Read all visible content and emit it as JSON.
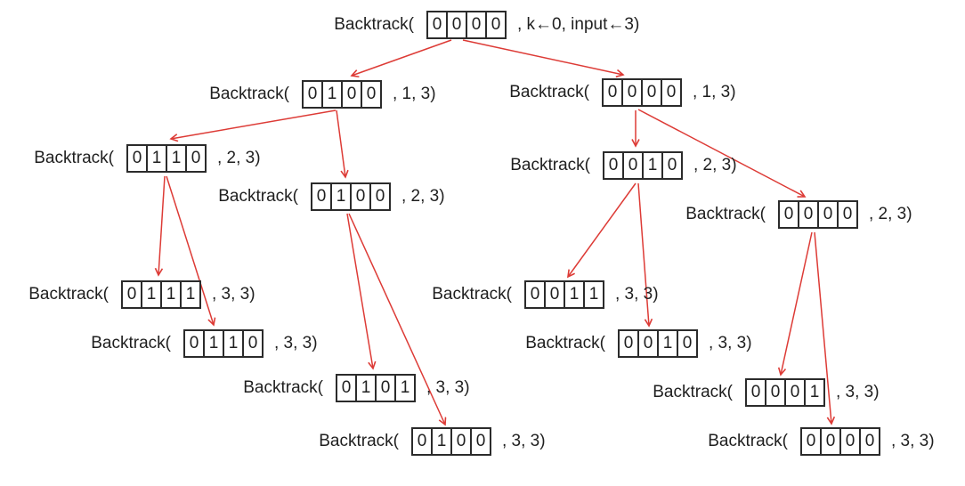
{
  "colors": {
    "arrow": "#dd3b36",
    "box_border": "#2b2b2b",
    "text": "#1f1f1f",
    "background": "#ffffff"
  },
  "diagram": {
    "type": "tree",
    "description_visible_only": "Backtracking recursion tree of Backtrack(array, k, input) calls"
  },
  "nodes": [
    {
      "label": "Backtrack(",
      "cells": [
        "0",
        "0",
        "0",
        "0"
      ],
      "suffix": ", k←0, input←3)"
    },
    {
      "label": "Backtrack(",
      "cells": [
        "0",
        "1",
        "0",
        "0"
      ],
      "suffix": ", 1, 3)"
    },
    {
      "label": "Backtrack(",
      "cells": [
        "0",
        "0",
        "0",
        "0"
      ],
      "suffix": ", 1, 3)"
    },
    {
      "label": "Backtrack(",
      "cells": [
        "0",
        "1",
        "1",
        "0"
      ],
      "suffix": ", 2, 3)"
    },
    {
      "label": "Backtrack(",
      "cells": [
        "0",
        "1",
        "0",
        "0"
      ],
      "suffix": ", 2, 3)"
    },
    {
      "label": "Backtrack(",
      "cells": [
        "0",
        "0",
        "1",
        "0"
      ],
      "suffix": ", 2, 3)"
    },
    {
      "label": "Backtrack(",
      "cells": [
        "0",
        "0",
        "0",
        "0"
      ],
      "suffix": ", 2, 3)"
    },
    {
      "label": "Backtrack(",
      "cells": [
        "0",
        "1",
        "1",
        "1"
      ],
      "suffix": ", 3, 3)"
    },
    {
      "label": "Backtrack(",
      "cells": [
        "0",
        "1",
        "1",
        "0"
      ],
      "suffix": ", 3, 3)"
    },
    {
      "label": "Backtrack(",
      "cells": [
        "0",
        "1",
        "0",
        "1"
      ],
      "suffix": ", 3, 3)"
    },
    {
      "label": "Backtrack(",
      "cells": [
        "0",
        "1",
        "0",
        "0"
      ],
      "suffix": ", 3, 3)"
    },
    {
      "label": "Backtrack(",
      "cells": [
        "0",
        "0",
        "1",
        "1"
      ],
      "suffix": ", 3, 3)"
    },
    {
      "label": "Backtrack(",
      "cells": [
        "0",
        "0",
        "1",
        "0"
      ],
      "suffix": ", 3, 3)"
    },
    {
      "label": "Backtrack(",
      "cells": [
        "0",
        "0",
        "0",
        "1"
      ],
      "suffix": ", 3, 3)"
    },
    {
      "label": "Backtrack(",
      "cells": [
        "0",
        "0",
        "0",
        "0"
      ],
      "suffix": ", 3, 3)"
    }
  ],
  "edges": [
    {
      "from": 0,
      "to": 1
    },
    {
      "from": 0,
      "to": 2
    },
    {
      "from": 1,
      "to": 3
    },
    {
      "from": 1,
      "to": 4
    },
    {
      "from": 2,
      "to": 5
    },
    {
      "from": 2,
      "to": 6
    },
    {
      "from": 3,
      "to": 7
    },
    {
      "from": 3,
      "to": 8
    },
    {
      "from": 4,
      "to": 9
    },
    {
      "from": 4,
      "to": 10
    },
    {
      "from": 5,
      "to": 11
    },
    {
      "from": 5,
      "to": 12
    },
    {
      "from": 6,
      "to": 13
    },
    {
      "from": 6,
      "to": 14
    }
  ]
}
